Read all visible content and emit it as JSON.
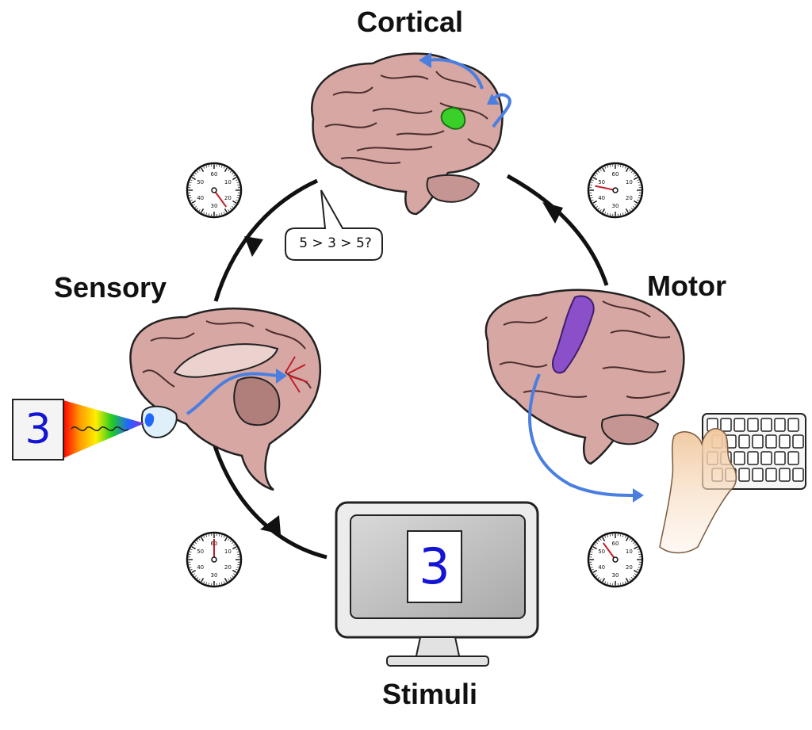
{
  "labels": {
    "cortical": "Cortical",
    "sensory": "Sensory",
    "motor": "Motor",
    "stimuli": "Stimuli"
  },
  "thought_bubble": "5 > 3 > 5?",
  "stimulus_digit": "3",
  "sensory_digit": "3",
  "stopwatch_numbers": [
    "60",
    "10",
    "20",
    "30",
    "40",
    "50"
  ],
  "colors": {
    "cycle_arrow": "#111111",
    "signal_arrow": "#4a7fe0",
    "brain_fill": "#d7a7a4",
    "brain_shadow": "#b07f7c",
    "active_region_cortical": "#3bcf2a",
    "active_region_motor": "#8a4fc9",
    "digit": "#1414d4",
    "stopwatch_hand": "#c01f2a"
  }
}
